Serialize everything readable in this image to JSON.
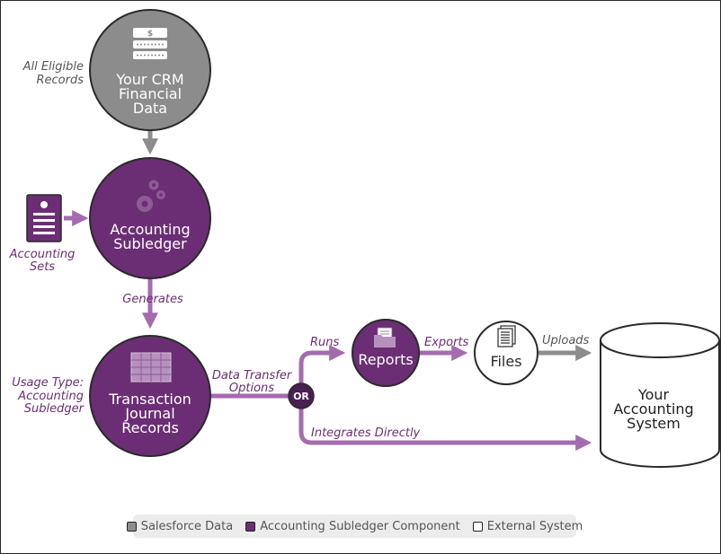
{
  "nodes": {
    "crm": {
      "lines": [
        "Your CRM",
        "Financial",
        "Data"
      ],
      "fill": "#8c8c8c",
      "caption": [
        "All Eligible",
        "Records"
      ]
    },
    "subledger": {
      "lines": [
        "Accounting",
        "Subledger"
      ],
      "fill": "#6b2e74"
    },
    "sets": {
      "caption": [
        "Accounting",
        "Sets"
      ]
    },
    "journal": {
      "lines": [
        "Transaction",
        "Journal",
        "Records"
      ],
      "caption": [
        "Usage Type:",
        "Accounting",
        "Subledger"
      ]
    },
    "reports": {
      "label": "Reports"
    },
    "files": {
      "label": "Files"
    },
    "system": {
      "lines": [
        "Your",
        "Accounting",
        "System"
      ]
    },
    "or": {
      "label": "OR"
    }
  },
  "edges": {
    "generates": "Generates",
    "data_transfer": [
      "Data Transfer",
      "Options"
    ],
    "runs": "Runs",
    "exports": "Exports",
    "uploads": "Uploads",
    "integrates": "Integrates Directly"
  },
  "legend": {
    "items": [
      {
        "label": "Salesforce Data",
        "color": "#8c8c8c"
      },
      {
        "label": "Accounting Subledger Component",
        "color": "#6b2e74"
      },
      {
        "label": "External System",
        "color": "#ffffff"
      }
    ]
  },
  "colors": {
    "purple": "#6b2e74",
    "purple_light": "#a46bae",
    "gray": "#8c8c8c",
    "dark_purple": "#4a1f52"
  }
}
